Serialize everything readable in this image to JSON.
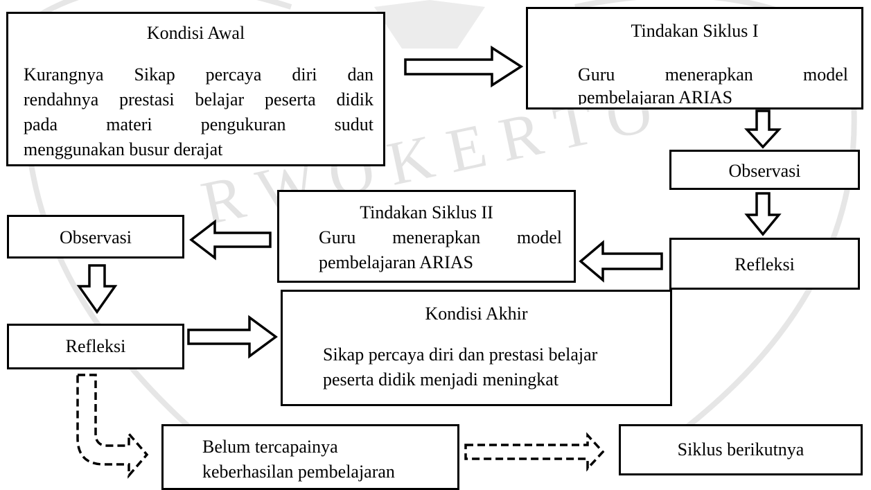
{
  "boxes": {
    "initial": {
      "title": "Kondisi Awal",
      "lines": [
        "Kurangnya Sikap percaya diri dan",
        "rendahnya prestasi belajar peserta didik",
        "pada materi pengukuran sudut",
        "menggunakan busur derajat"
      ]
    },
    "cycle1": {
      "title": "Tindakan Siklus I",
      "lines": [
        "Guru menerapkan model",
        "pembelajaran ARIAS"
      ]
    },
    "observation1": {
      "label": "Observasi"
    },
    "reflection1": {
      "label": "Refleksi"
    },
    "cycle2": {
      "title": "Tindakan Siklus II",
      "lines": [
        "Guru menerapkan model",
        "pembelajaran ARIAS"
      ]
    },
    "observation2": {
      "label": "Observasi"
    },
    "reflection2": {
      "label": "Refleksi"
    },
    "final": {
      "title": "Kondisi Akhir",
      "lines": [
        "Sikap percaya diri dan prestasi belajar",
        "peserta didik menjadi meningkat"
      ]
    },
    "not_achieved": {
      "lines": [
        "Belum tercapainya",
        "keberhasilan pembelajaran"
      ]
    },
    "next_cycle": {
      "label": "Siklus berikutnya"
    }
  }
}
